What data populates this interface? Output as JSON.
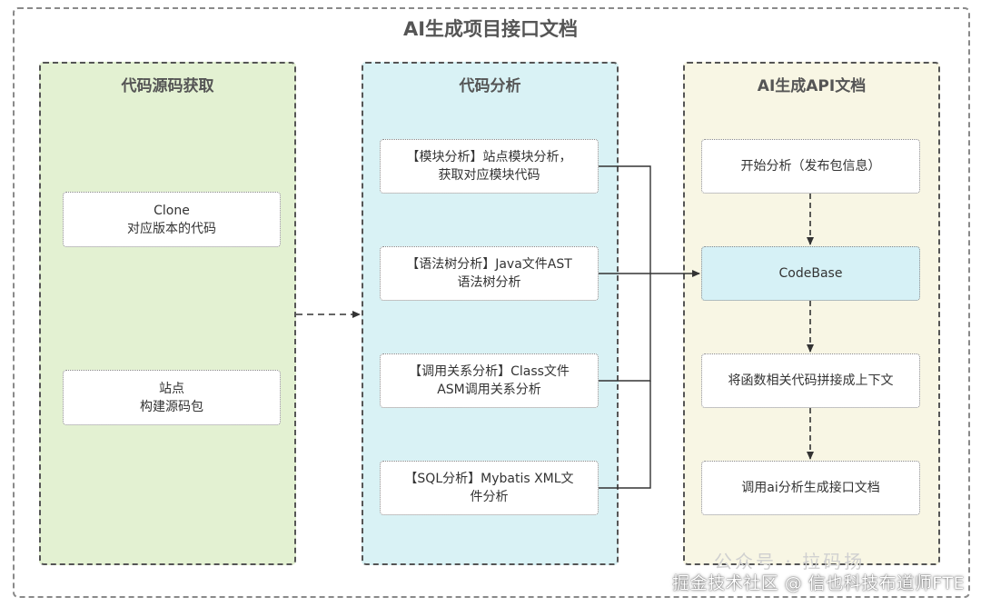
{
  "title": "AI生成项目接口文档",
  "panels": {
    "source": {
      "title": "代码源码获取",
      "boxes": [
        {
          "line1": "Clone",
          "line2": "对应版本的代码"
        },
        {
          "line1": "站点",
          "line2": "构建源码包"
        }
      ]
    },
    "analysis": {
      "title": "代码分析",
      "boxes": [
        {
          "line1": "【模块分析】站点模块分析，",
          "line2": "获取对应模块代码"
        },
        {
          "line1": "【语法树分析】Java文件AST",
          "line2": "语法树分析"
        },
        {
          "line1": "【调用关系分析】Class文件",
          "line2": "ASM调用关系分析"
        },
        {
          "line1": "【SQL分析】Mybatis XML文",
          "line2": "件分析"
        }
      ]
    },
    "docs": {
      "title": "AI生成API文档",
      "boxes": [
        {
          "line1": "开始分析（发布包信息）"
        },
        {
          "line1": "CodeBase"
        },
        {
          "line1": "将函数相关代码拼接成上下文"
        },
        {
          "line1": "调用ai分析生成接口文档"
        }
      ]
    }
  },
  "watermark": {
    "gzh": "公众号 · 拉码扬",
    "site": "掘金技术社区 @ 信也科技布道师FTE"
  },
  "colors": {
    "source_bg": "#e3f1d2",
    "analysis_bg": "#d9f2f5",
    "docs_bg": "#f8f6e4",
    "codebase_bg": "#d6f1f6"
  }
}
